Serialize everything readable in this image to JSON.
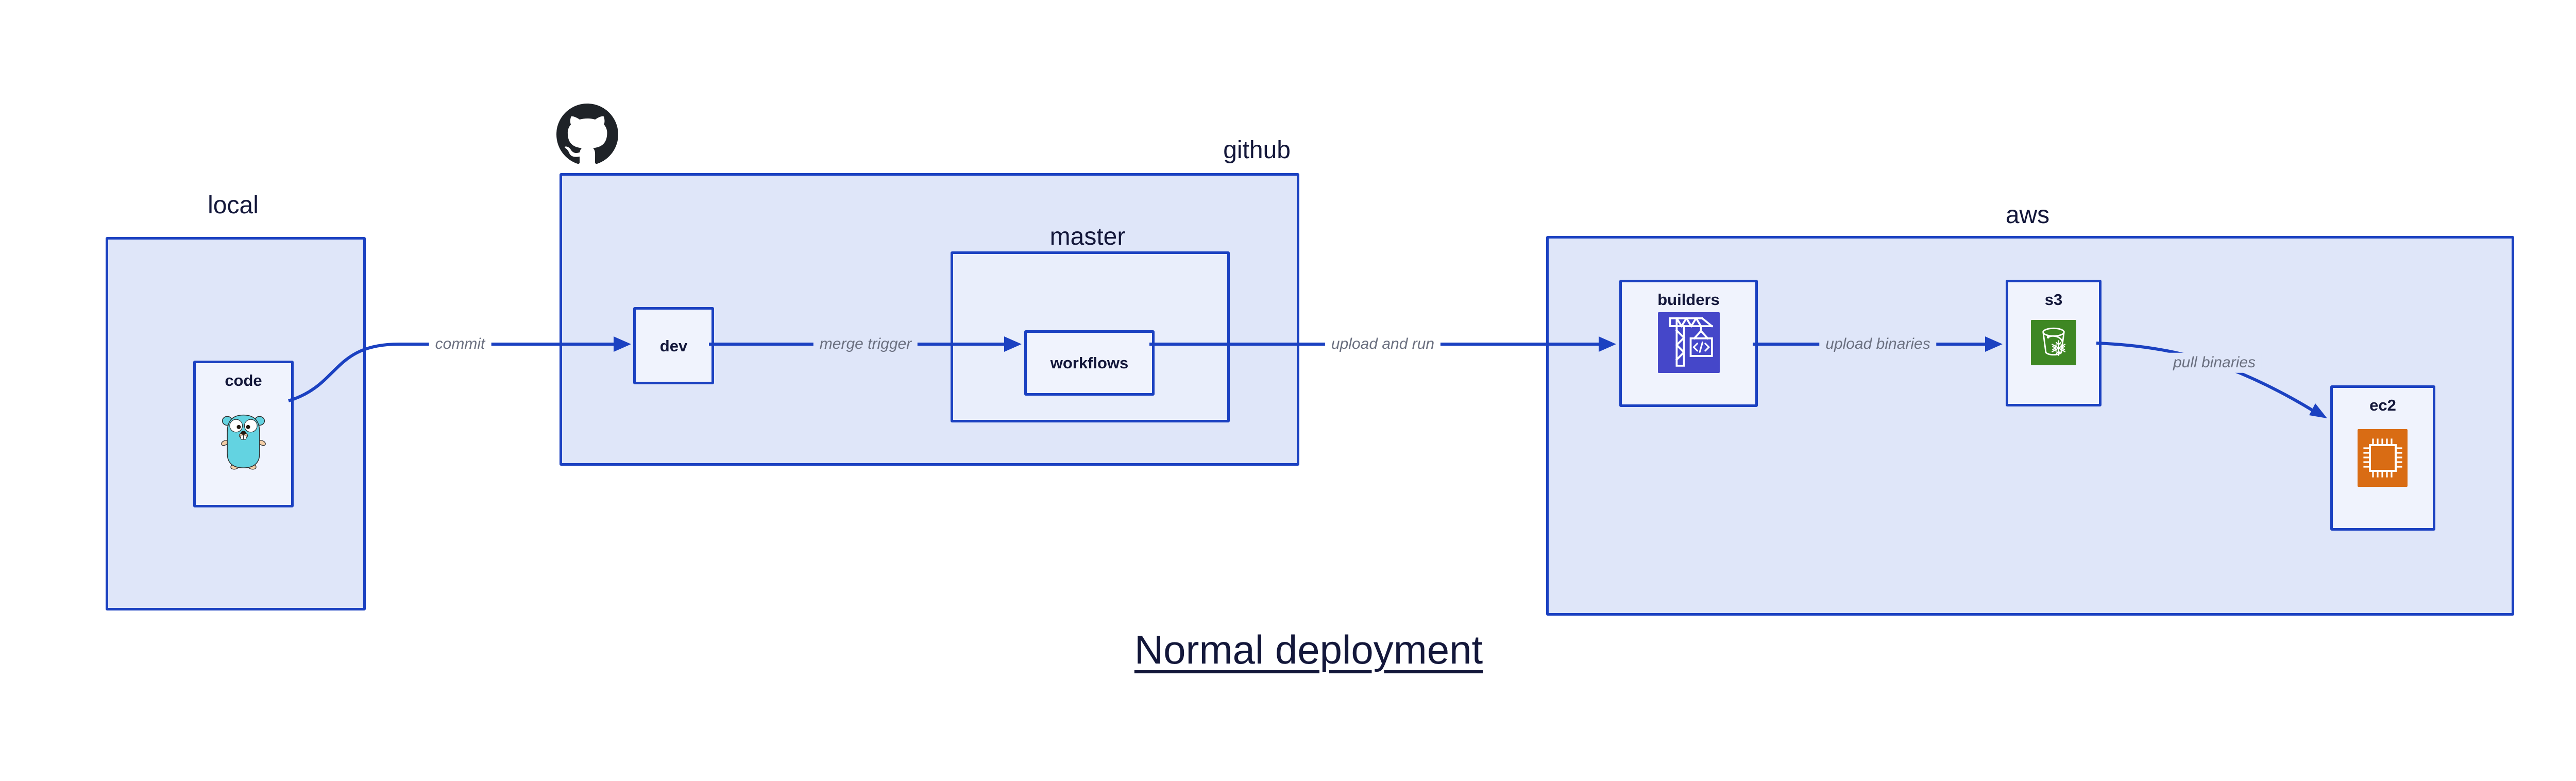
{
  "diagram_title": "Normal deployment",
  "groups": {
    "local": {
      "label": "local"
    },
    "github": {
      "label": "github",
      "master_label": "master"
    },
    "aws": {
      "label": "aws"
    }
  },
  "nodes": {
    "code": "code",
    "dev": "dev",
    "workflows": "workflows",
    "builders": "builders",
    "s3": "s3",
    "ec2": "ec2"
  },
  "edges": {
    "commit": "commit",
    "merge_trigger": "merge trigger",
    "upload_and_run": "upload and run",
    "upload_binaries": "upload binaries",
    "pull_binaries": "pull binaries"
  },
  "theme": {
    "accent_blue": "#1b41c1",
    "container_fill": "#dfe6f9",
    "mid_fill": "#e9eefb",
    "node_fill": "#f0f3fd",
    "text_navy": "#13173a",
    "label_gray": "#6b7080",
    "builders_bg": "#4547c9",
    "s3_bg": "#3e8723",
    "ec2_bg": "#d96c14",
    "github_logo": "#1f2328",
    "gopher_body": "#63d3e1",
    "gopher_skin": "#f2cda6"
  }
}
